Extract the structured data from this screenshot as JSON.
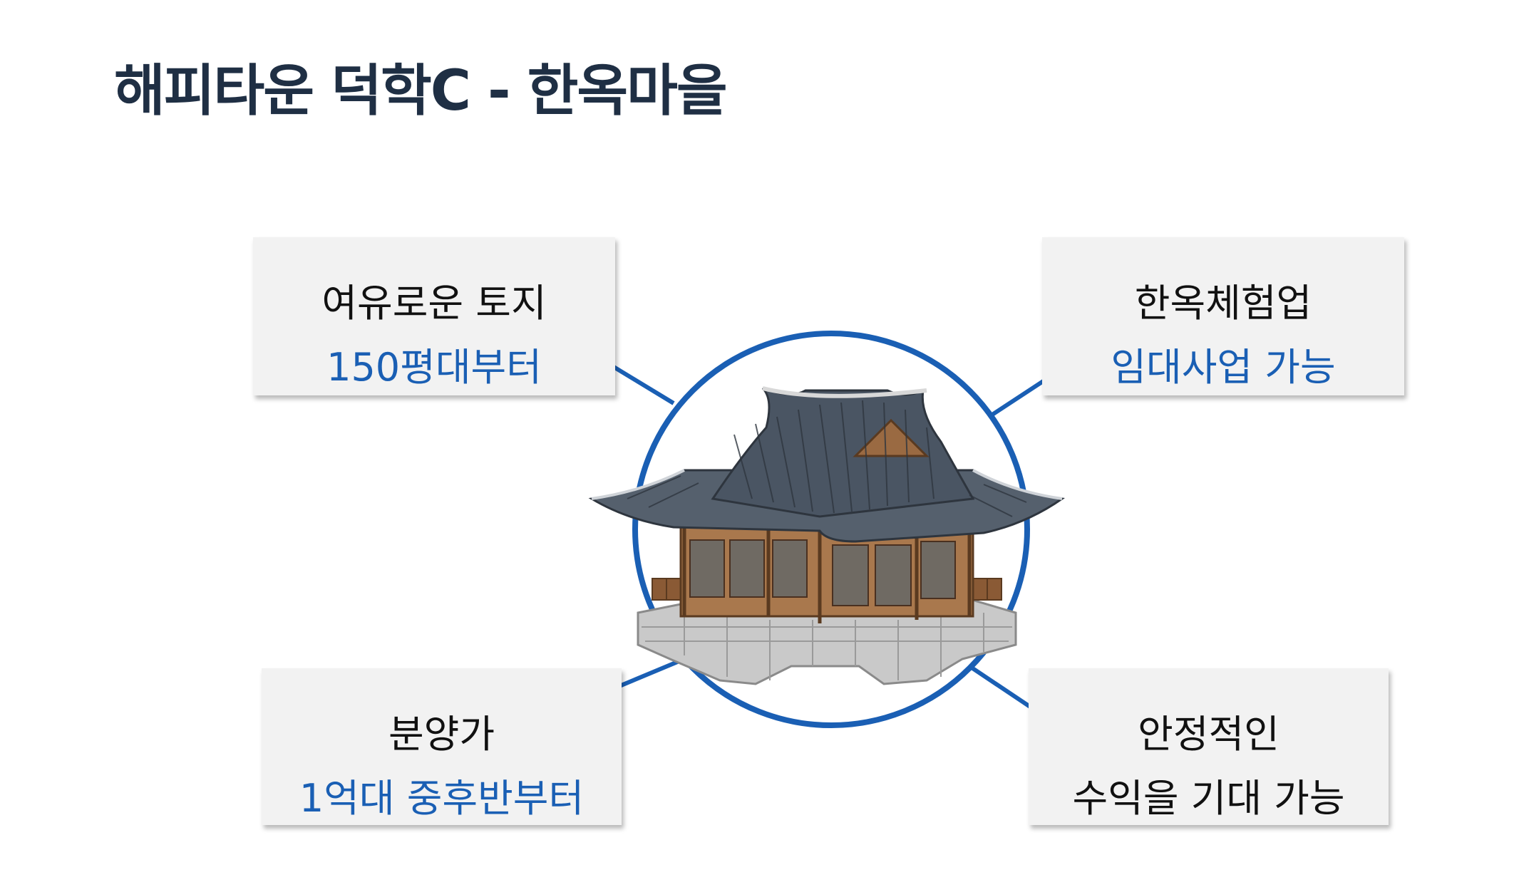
{
  "title": "해피타운 덕학C - 한옥마을",
  "colors": {
    "title": "#1f2f44",
    "accent": "#1a5fb4",
    "card_bg": "#f2f2f2",
    "text": "#111111"
  },
  "image": {
    "subject": "hanok-house-illustration"
  },
  "cards": {
    "top_left": {
      "line1": "여유로운 토지",
      "line2": "150평대부터"
    },
    "top_right": {
      "line1": "한옥체험업",
      "line2": "임대사업 가능"
    },
    "bottom_left": {
      "line1": "분양가",
      "line2": "1억대 중후반부터"
    },
    "bottom_right": {
      "line1": "안정적인",
      "line2": "수익을 기대 가능"
    }
  }
}
